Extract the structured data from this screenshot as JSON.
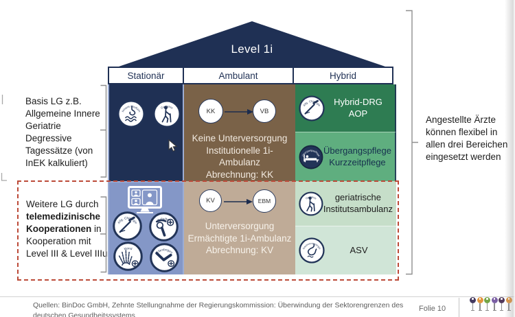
{
  "colors": {
    "navy": "#1F3054",
    "brown": "#7A6248",
    "tan": "#BFAB97",
    "greendark": "#2E7C52",
    "greenmid": "#5FAE7F",
    "greenpale": "#C6DEC9",
    "greenpale2": "#D0E5D7",
    "bluemid": "#8497C7",
    "reddash": "#BC4A38"
  },
  "slide": {
    "roof_label": "Level 1i",
    "columns": [
      "Stationär",
      "Ambulant",
      "Hybrid"
    ],
    "notes": {
      "left_top": "Basis LG z.B.\nAllgemeine Innere\nGeriatrie\nDegressive\nTagessätze (von\nInEK kalkuliert)",
      "left_bottom_pre": "Weitere LG durch\n",
      "left_bottom_bold": "telemedizinische\nKooperationen",
      "left_bottom_post": " in\nKooperation mit\nLevel III & Level IIIu",
      "right": "Angestellte Ärzte\nkönnen flexibel in\nallen drei Bereichen\neingesetzt werden"
    },
    "stationaer": {
      "badges": [
        "Innere Medizin",
        "Geriatrie"
      ],
      "tele_badges": [
        "Allg. Chirurgie",
        "Schulter",
        "Hand",
        "Ellenbogen"
      ]
    },
    "ambulant": {
      "top": {
        "from": "KK",
        "to": "VB",
        "text": "Keine Unterversorgung\nInstitutionelle 1i-\nAmbulanz\nAbrechnung: KK"
      },
      "bottom": {
        "from": "KV",
        "to": "EBM",
        "text": "Unterversorgung\nErmächtigte 1i-Ambulanz\nAbrechnung: KV"
      }
    },
    "hybrid": {
      "rows": [
        {
          "badge": "Allg. Chirurgie",
          "label": "Hybrid-DRG\nAOP"
        },
        {
          "badge": "Übergangspflege",
          "label": "Übergangspflege\nKurzzeitpflege"
        },
        {
          "badge": "Geriatrie",
          "label": "geriatrische\nInstitutsambulanz"
        },
        {
          "badge": "Gastroenterologie",
          "label": "ASV"
        }
      ]
    }
  },
  "footer": {
    "source": "Quellen: BinDoc GmbH, Zehnte Stellungnahme der Regierungskommission: Überwindung der Sektorengrenzen des\ndeutschen Gesundheitssystems",
    "page": "Folie 10",
    "logo_pin_colors": [
      "#453A60",
      "#E2953D",
      "#74A546",
      "#7B5FA4",
      "#533A5C",
      "#E2953D"
    ]
  }
}
